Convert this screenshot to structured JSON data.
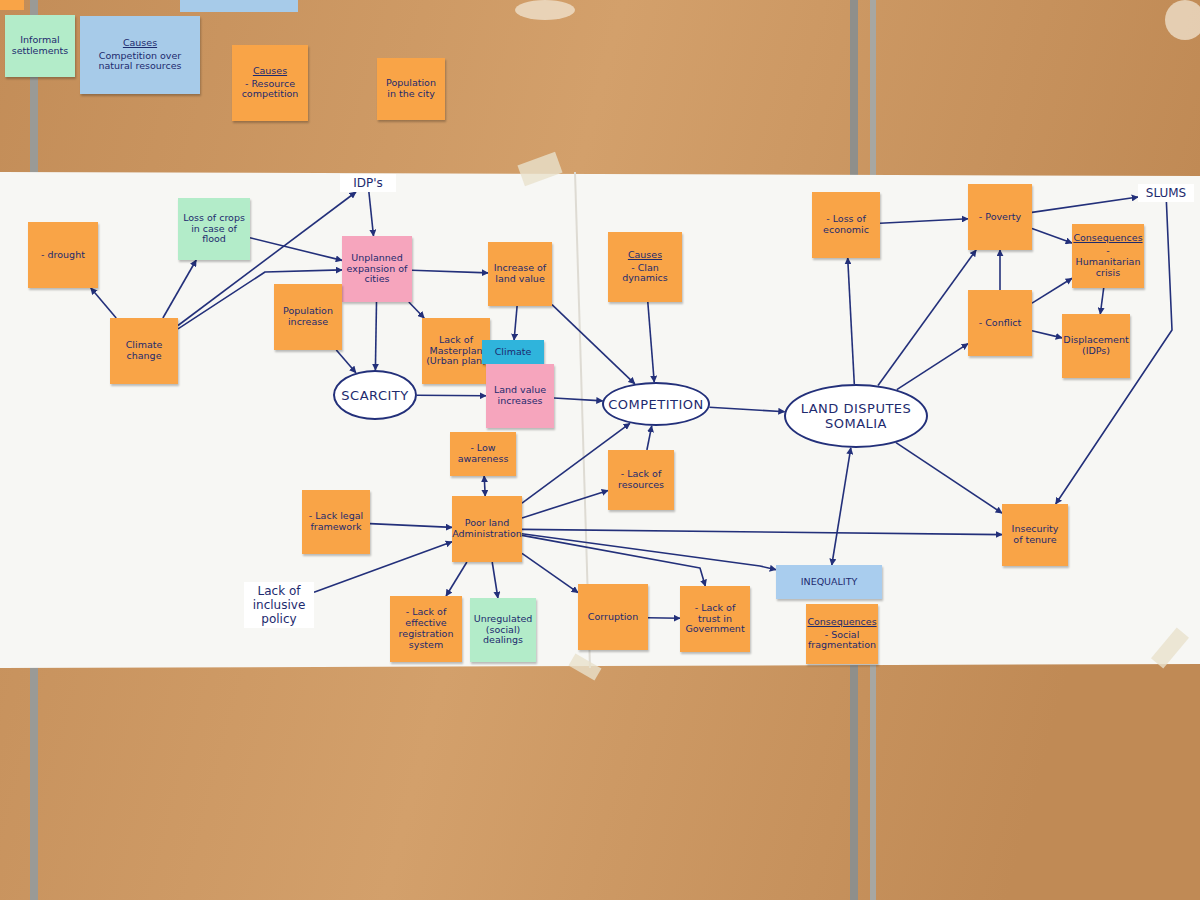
{
  "diagram": {
    "nodes": [
      {
        "text": [
          "Informal settlements"
        ]
      },
      {
        "text": [
          "Causes",
          "Competition over natural resources"
        ]
      },
      {
        "text": [
          "Causes",
          "- Resource competition"
        ]
      },
      {
        "text": [
          "Population in the city"
        ]
      },
      {
        "text": [
          "- drought"
        ]
      },
      {
        "text": [
          "Climate change"
        ]
      },
      {
        "text": [
          "Loss of crops in case of flood"
        ]
      },
      {
        "text": [
          "IDP's"
        ]
      },
      {
        "text": [
          "Unplanned expansion of cities"
        ]
      },
      {
        "text": [
          "Population increase"
        ]
      },
      {
        "text": [
          "Increase of land value"
        ]
      },
      {
        "text": [
          "Lack of Masterplan (Urban plan)"
        ]
      },
      {
        "text": [
          "SCARCITY"
        ]
      },
      {
        "text": [
          "Climate"
        ]
      },
      {
        "text": [
          "Land value increases"
        ]
      },
      {
        "text": [
          "- Low awareness"
        ]
      },
      {
        "text": [
          "Causes",
          "- Clan dynamics"
        ]
      },
      {
        "text": [
          "COMPETITION"
        ]
      },
      {
        "text": [
          "- Lack of resources"
        ]
      },
      {
        "text": [
          "LAND DISPUTES SOMALIA"
        ]
      },
      {
        "text": [
          "- Lack legal framework"
        ]
      },
      {
        "text": [
          "Poor land Administration"
        ]
      },
      {
        "text": [
          "Lack of inclusive policy"
        ]
      },
      {
        "text": [
          "- Lack of effective registration system"
        ]
      },
      {
        "text": [
          "Unregulated (social) dealings"
        ]
      },
      {
        "text": [
          "Corruption"
        ]
      },
      {
        "text": [
          "- Lack of trust in Government"
        ]
      },
      {
        "text": [
          "INEQUALITY"
        ]
      },
      {
        "text": [
          "Consequences",
          "- Social fragmentation"
        ]
      },
      {
        "text": [
          "- Loss of economic"
        ]
      },
      {
        "text": [
          "- Poverty"
        ]
      },
      {
        "text": [
          "Consequences",
          "- Humanitarian crisis"
        ]
      },
      {
        "text": [
          "- Conflict"
        ]
      },
      {
        "text": [
          "Displacement (IDPs)"
        ]
      },
      {
        "text": [
          "SLUMS"
        ]
      },
      {
        "text": [
          "Insecurity of tenure"
        ]
      }
    ],
    "edges": [
      {
        "from": 5,
        "to": 4,
        "arrow": "to"
      },
      {
        "from": 5,
        "to": 6,
        "arrow": "to"
      },
      {
        "from": 5,
        "to": 7,
        "arrow": "to"
      },
      {
        "from": 5,
        "to": 8,
        "arrow": "to"
      },
      {
        "from": 6,
        "to": 8,
        "arrow": "to"
      },
      {
        "from": 7,
        "to": 8,
        "arrow": "to"
      },
      {
        "from": 8,
        "to": 10,
        "arrow": "to"
      },
      {
        "from": 8,
        "to": 12,
        "arrow": "to"
      },
      {
        "from": 8,
        "to": 11,
        "arrow": "to"
      },
      {
        "from": 9,
        "to": 12,
        "arrow": "to"
      },
      {
        "from": 12,
        "to": 14,
        "arrow": "to"
      },
      {
        "from": 10,
        "to": 17,
        "arrow": "to"
      },
      {
        "from": 10,
        "to": 13,
        "arrow": "to"
      },
      {
        "from": 14,
        "to": 17,
        "arrow": "to"
      },
      {
        "from": 16,
        "to": 17,
        "arrow": "to"
      },
      {
        "from": 18,
        "to": 17,
        "arrow": "to"
      },
      {
        "from": 21,
        "to": 17,
        "arrow": "to"
      },
      {
        "from": 21,
        "to": 15,
        "arrow": "both"
      },
      {
        "from": 20,
        "to": 21,
        "arrow": "to"
      },
      {
        "from": 22,
        "to": 21,
        "arrow": "to"
      },
      {
        "from": 21,
        "to": 23,
        "arrow": "to"
      },
      {
        "from": 21,
        "to": 24,
        "arrow": "to"
      },
      {
        "from": 21,
        "to": 25,
        "arrow": "to"
      },
      {
        "from": 21,
        "to": 26,
        "arrow": "to"
      },
      {
        "from": 21,
        "to": 27,
        "arrow": "to"
      },
      {
        "from": 21,
        "to": 35,
        "arrow": "to"
      },
      {
        "from": 21,
        "to": 18,
        "arrow": "to"
      },
      {
        "from": 25,
        "to": 26,
        "arrow": "to"
      },
      {
        "from": 17,
        "to": 19,
        "arrow": "to"
      },
      {
        "from": 19,
        "to": 27,
        "arrow": "both"
      },
      {
        "from": 19,
        "to": 29,
        "arrow": "to"
      },
      {
        "from": 19,
        "to": 30,
        "arrow": "to"
      },
      {
        "from": 19,
        "to": 32,
        "arrow": "to"
      },
      {
        "from": 19,
        "to": 35,
        "arrow": "to"
      },
      {
        "from": 29,
        "to": 30,
        "arrow": "to"
      },
      {
        "from": 32,
        "to": 30,
        "arrow": "to"
      },
      {
        "from": 32,
        "to": 33,
        "arrow": "to"
      },
      {
        "from": 30,
        "to": 31,
        "arrow": "to"
      },
      {
        "from": 32,
        "to": 31,
        "arrow": "to"
      },
      {
        "from": 31,
        "to": 33,
        "arrow": "to"
      },
      {
        "from": 30,
        "to": 34,
        "arrow": "to"
      },
      {
        "from": 34,
        "to": 35,
        "arrow": "to"
      }
    ]
  }
}
